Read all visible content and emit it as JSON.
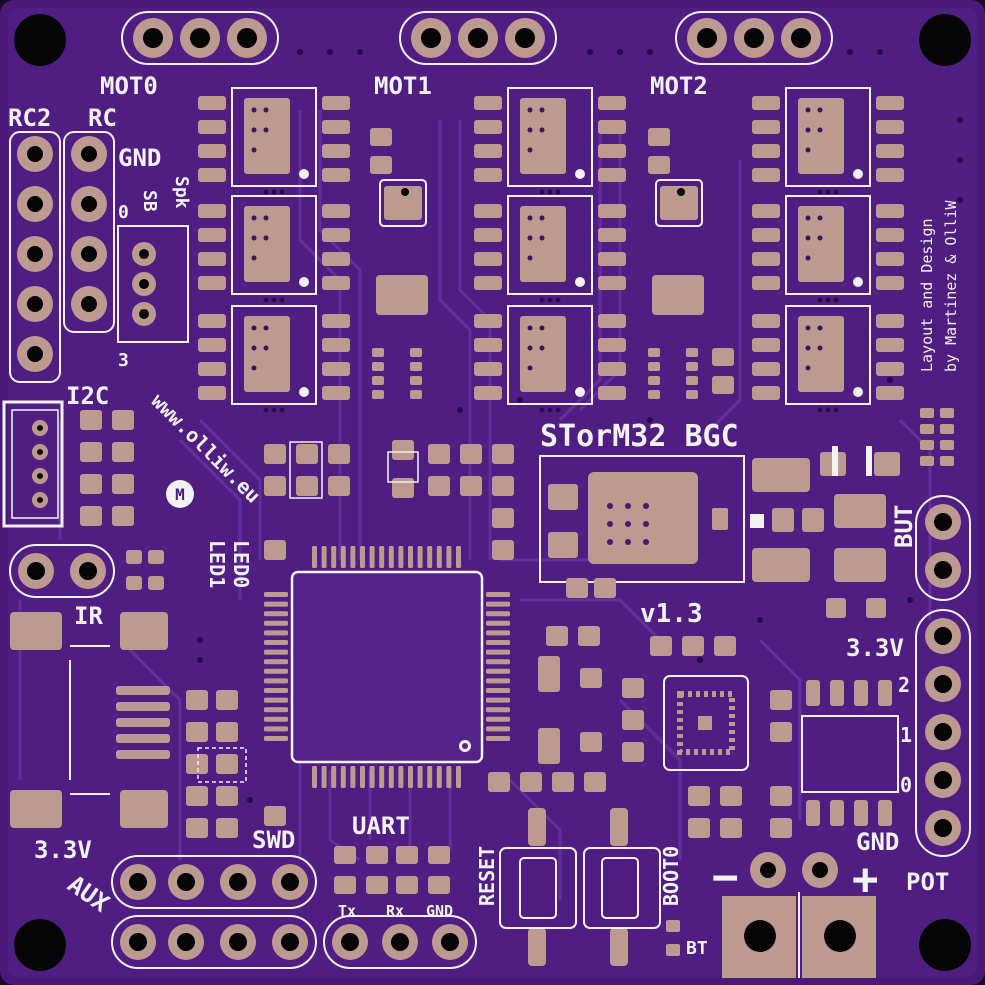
{
  "board": {
    "title": "STorM32 BGC",
    "version": "v1.3",
    "credit_line1": "Layout and Design",
    "credit_line2": "by Martinez & OlliW",
    "website": "www.olliw.eu",
    "colors": {
      "board": "#4a1a78",
      "copper": "#5d2a90",
      "pad": "#bd9a8f",
      "silk": "#f2f2f2",
      "hole": "#050505",
      "dark_pad": "#3a1260"
    }
  },
  "labels": {
    "mot0": "MOT0",
    "mot1": "MOT1",
    "mot2": "MOT2",
    "rc2": "RC2",
    "rc": "RC",
    "gnd_left": "GND",
    "spk": "Spk",
    "sb": "SB",
    "zero": "0",
    "three": "3",
    "i2c": "I2C",
    "led0": "LED0",
    "led1": "LED1",
    "ir": "IR",
    "v33_left": "3.3V",
    "aux": "AUX",
    "swd": "SWD",
    "uart": "UART",
    "tx": "Tx",
    "rx": "Rx",
    "gnd_uart": "GND",
    "reset": "RESET",
    "boot0": "BOOT0",
    "bt": "BT",
    "but": "BUT",
    "v33_right": "3.3V",
    "pot": "POT",
    "pot_2": "2",
    "pot_1": "1",
    "pot_0": "0",
    "gnd_right": "GND",
    "minus": "−",
    "plus": "+"
  }
}
